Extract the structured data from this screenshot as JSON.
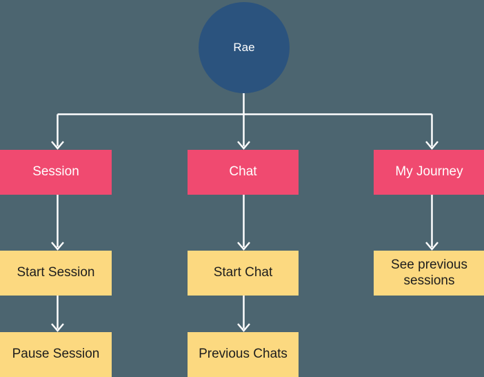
{
  "diagram": {
    "type": "tree-flowchart",
    "title_node": "Rae",
    "background_color": "#4c6570",
    "palette": {
      "root_fill": "#2b537e",
      "root_text": "#ffffff",
      "level1_fill": "#f04a70",
      "level1_text": "#ffffff",
      "level2_fill": "#fcd980",
      "level2_text": "#1d1d1d",
      "connector": "#ffffff"
    },
    "nodes": {
      "root": {
        "label": "Rae"
      },
      "branches": [
        {
          "label": "Session",
          "children": [
            {
              "label": "Start Session"
            },
            {
              "label": "Pause Session"
            }
          ]
        },
        {
          "label": "Chat",
          "children": [
            {
              "label": "Start Chat"
            },
            {
              "label": "Previous Chats"
            }
          ]
        },
        {
          "label": "My Journey",
          "children": [
            {
              "label": "See previous\nsessions"
            }
          ]
        }
      ]
    }
  }
}
